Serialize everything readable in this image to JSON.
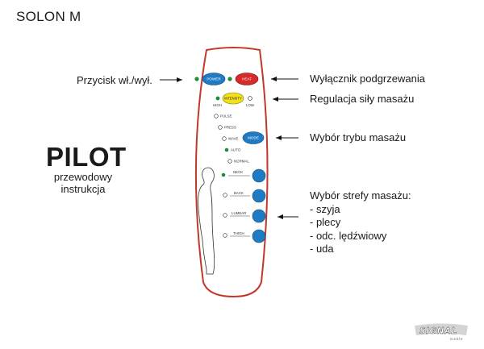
{
  "title": "SOLON M",
  "pilot": {
    "heading": "PILOT",
    "line1": "przewodowy",
    "line2": "instrukcja"
  },
  "callouts": {
    "power_switch": "Przycisk wł./wył.",
    "heat_switch": "Wyłącznik podgrzewania",
    "intensity": "Regulacja siły masażu",
    "mode": "Wybór trybu masażu",
    "zone_heading": "Wybór strefy masażu:",
    "zones": [
      "- szyja",
      "- plecy",
      "- odc. lędźwiowy",
      "- uda"
    ]
  },
  "remote": {
    "power_label": "POWER",
    "heat_label": "HEAT",
    "intensity_label": "INTENSITY",
    "high_label": "HIGH",
    "low_label": "LOW",
    "mode_label": "MODE",
    "modes": [
      "PULSE",
      "PRESS",
      "WAVE",
      "AUTO",
      "NORMAL"
    ],
    "zone_labels": [
      "NECK",
      "BACK",
      "LUMBAR",
      "THIGH"
    ]
  },
  "logo": {
    "brand": "SIGNAL",
    "sub": "meble"
  },
  "colors": {
    "body_outline": "#c0392b",
    "button_blue": "#1e7bc4",
    "button_red": "#d62b2b",
    "button_yellow": "#f3e01c",
    "led_green": "#1f8a3a",
    "arrow": "#111111"
  }
}
